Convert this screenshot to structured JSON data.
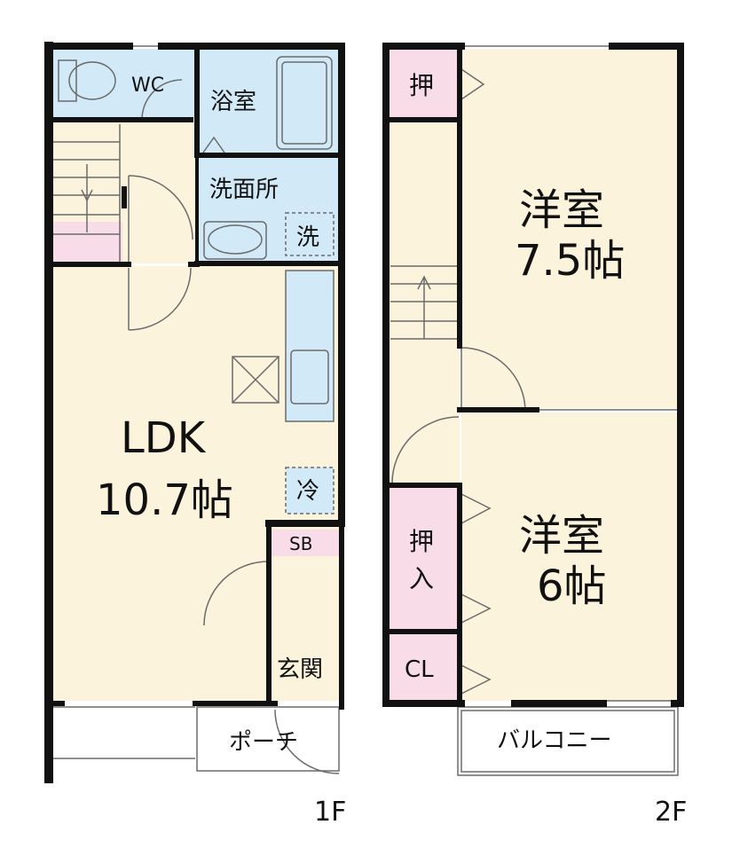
{
  "floor1": {
    "label": "1F",
    "rooms": {
      "wc": "WC",
      "bath": "浴室",
      "washroom": "洗面所",
      "washer": "洗",
      "ldk_name": "LDK",
      "ldk_size": "10.7帖",
      "fridge": "冷",
      "shoebox": "SB",
      "entrance": "玄関",
      "porch": "ポーチ"
    }
  },
  "floor2": {
    "label": "2F",
    "rooms": {
      "closet_top": "押",
      "western1_name": "洋室",
      "western1_size": "7.5帖",
      "closet_mid_1": "押",
      "closet_mid_2": "入",
      "western2_name": "洋室",
      "western2_size": "6帖",
      "cl": "CL",
      "balcony": "バルコニー"
    }
  },
  "colors": {
    "room_fill": "#fbf3dc",
    "wet_fill": "#d2e9f7",
    "closet_fill": "#f8dde8",
    "wall": "#111111",
    "thin": "#6b6b6b"
  }
}
